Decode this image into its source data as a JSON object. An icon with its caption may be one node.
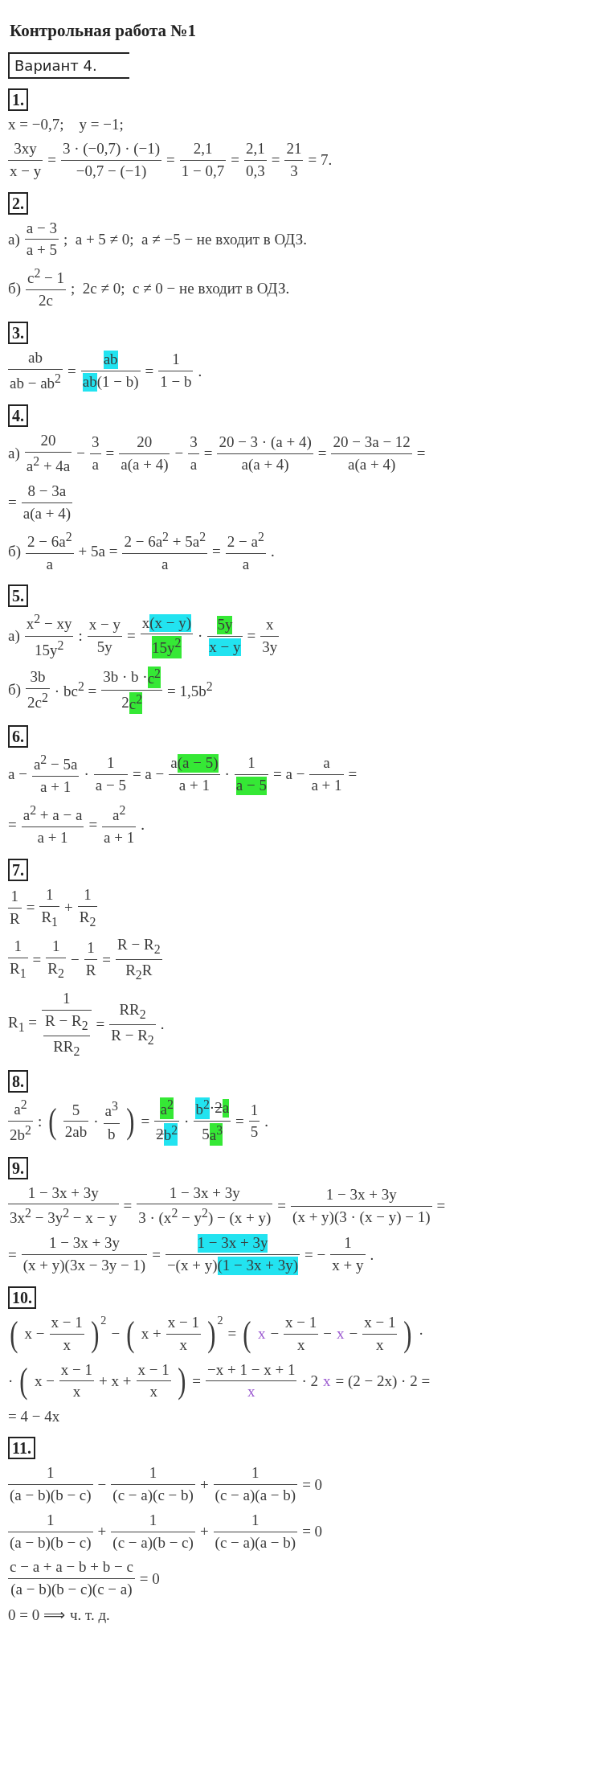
{
  "diagram": {
    "title": "Контрольная работа №1",
    "nodes": [
      {
        "text": [
          "Вариант 4."
        ]
      },
      {
        "text": [
          "1."
        ]
      },
      {
        "text": [
          "2."
        ]
      },
      {
        "text": [
          "3."
        ]
      },
      {
        "text": [
          "4."
        ]
      },
      {
        "text": [
          "5."
        ]
      },
      {
        "text": [
          "6."
        ]
      },
      {
        "text": [
          "7."
        ]
      },
      {
        "text": [
          "8."
        ]
      },
      {
        "text": [
          "9."
        ]
      },
      {
        "text": [
          "10."
        ]
      },
      {
        "text": [
          "11."
        ]
      }
    ],
    "labels": [
      "x = −0,7;    y = −1;",
      "3xy",
      "x − y",
      "=",
      "3 · (−0,7) · (−1)",
      "−0,7 − (−1)",
      "=",
      "2,1",
      "1 − 0,7",
      "=",
      "2,1",
      "0,3",
      "=",
      "21",
      "3",
      "= 7.",
      "а)",
      "a − 3",
      "a + 5",
      ";  a + 5 ≠ 0;  a ≠ −5 − не входит в ОДЗ.",
      "б)",
      "c$^{2}$ − 1",
      "2c",
      ";  2c ≠ 0;  c ≠ 0 − не входит в ОДЗ.",
      "ab",
      "ab − ab$^{2}$",
      "=",
      "ab",
      "ab",
      "(1 − b)",
      "=",
      "1",
      "1 − b",
      ".",
      "а)",
      "20",
      "a$^{2}$ + 4a",
      "−",
      "3",
      "a",
      "=",
      "20",
      "a(a + 4)",
      "−",
      "3",
      "a",
      "=",
      "20 − 3 · (a + 4)",
      "a(a + 4)",
      "=",
      "20 − 3a − 12",
      "a(a + 4)",
      "=",
      "=",
      "8 − 3a",
      "a(a + 4)",
      "б)",
      "2 − 6a$^{2}$",
      "a",
      "+ 5a =",
      "2 − 6a$^{2}$ + 5a$^{2}$",
      "a",
      "=",
      "2 − a$^{2}$",
      "a",
      ".",
      "а)",
      "x$^{2}$ − xy",
      "15y$^{2}$",
      ":",
      "x − y",
      "5y",
      "=",
      "x",
      "(x − y)",
      "15y$^{2}$",
      "·",
      "5y",
      "x − y",
      "=",
      "x",
      "3y",
      "б)",
      "3b",
      "2c$^{2}$",
      "· bc$^{2}$ =",
      "3b · b ·",
      "c$^{2}$",
      "2",
      "c$^{2}$",
      "= 1,5b$^{2}$",
      "a −",
      "a$^{2}$ − 5a",
      "a + 1",
      "·",
      "1",
      "a − 5",
      "= a −",
      "a",
      "(a − 5)",
      "a + 1",
      "·",
      "1",
      "a − 5",
      "= a −",
      "a",
      "a + 1",
      "=",
      "=",
      "a$^{2}$ + a − a",
      "a + 1",
      "=",
      "a$^{2}$",
      "a + 1",
      ".",
      "1",
      "R",
      "=",
      "1",
      "R$_{1}$",
      "+",
      "1",
      "R$_{2}$",
      "1",
      "R$_{1}$",
      "=",
      "1",
      "R$_{2}$",
      "−",
      "1",
      "R",
      "=",
      "R − R$_{2}$",
      "R$_{2}$R",
      "R$_{1}$ =",
      "1",
      "R − R$_{2}$",
      "RR$_{2}$",
      "=",
      "RR$_{2}$",
      "R − R$_{2}$",
      ".",
      "a$^{2}$",
      "2b$^{2}$",
      ":",
      "(",
      "5",
      "2ab",
      "·",
      "a$^{3}$",
      "b",
      ")",
      "=",
      "a$^{2}$",
      "2",
      "b$^{2}$",
      "·",
      "b$^{2}$",
      "·",
      "2",
      "a",
      "5",
      "a$^{3}$",
      "=",
      "1",
      "5",
      ".",
      "1 − 3x + 3y",
      "3x$^{2}$ − 3y$^{2}$ − x − y",
      "=",
      "1 − 3x + 3y",
      "3 · (x$^{2}$ − y$^{2}$) − (x + y)",
      "=",
      "1 − 3x + 3y",
      "(x + y)(3 · (x − y) − 1)",
      "=",
      "=",
      "1 − 3x + 3y",
      "(x + y)(3x − 3y − 1)",
      "=",
      "1 − 3x + 3y",
      "−(x + y)",
      "(1 − 3x + 3y)",
      "= −",
      "1",
      "x + y",
      ".",
      "(",
      "x −",
      "x − 1",
      "x",
      ")",
      "2",
      "−",
      "(",
      "x +",
      "x − 1",
      "x",
      ")",
      "2",
      "=",
      "(",
      "x",
      "−",
      "x − 1",
      "x",
      "−",
      "x",
      "−",
      "x − 1",
      "x",
      ")",
      "·",
      "·",
      "(",
      "x −",
      "x − 1",
      "x",
      "+ x +",
      "x − 1",
      "x",
      ")",
      "=",
      "−x + 1 − x + 1",
      "x",
      "· 2",
      "x",
      "= (2 − 2x) · 2 =",
      "= 4 − 4x",
      "1",
      "(a − b)(b − c)",
      "−",
      "1",
      "(c − a)(c − b)",
      "+",
      "1",
      "(c − a)(a − b)",
      "= 0",
      "1",
      "(a − b)(b − c)",
      "+",
      "1",
      "(c − a)(b − c)",
      "+",
      "1",
      "(c − a)(a − b)",
      "= 0",
      "c − a + a − b + b − c",
      "(a − b)(b − c)(c − a)",
      "= 0",
      "0 = 0 ⟹",
      "ч. т. д."
    ]
  }
}
